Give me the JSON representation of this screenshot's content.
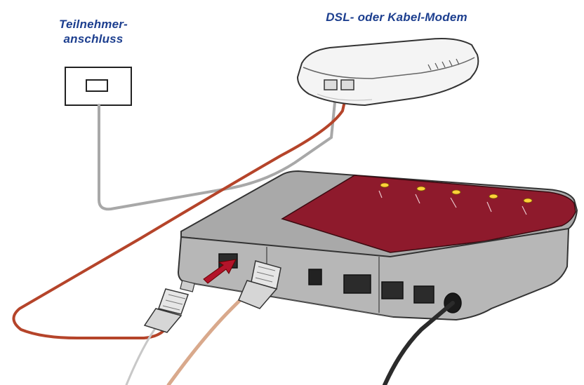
{
  "labels": {
    "subscriber_line_1": "Teilnehmer-",
    "subscriber_line_2": "anschluss",
    "modem": "DSL- oder Kabel-Modem"
  },
  "colors": {
    "label_blue": "#1d3f8f",
    "router_red": "#8e1a2c",
    "cable_red": "#b5442a",
    "cable_grey": "#a8a8a8",
    "arrow_red": "#b3142a"
  },
  "icons": {
    "wall_socket": "wall-socket-icon",
    "modem": "modem-icon",
    "router": "router-icon",
    "plug": "rj45-plug-icon",
    "arrow": "insert-arrow-icon"
  }
}
